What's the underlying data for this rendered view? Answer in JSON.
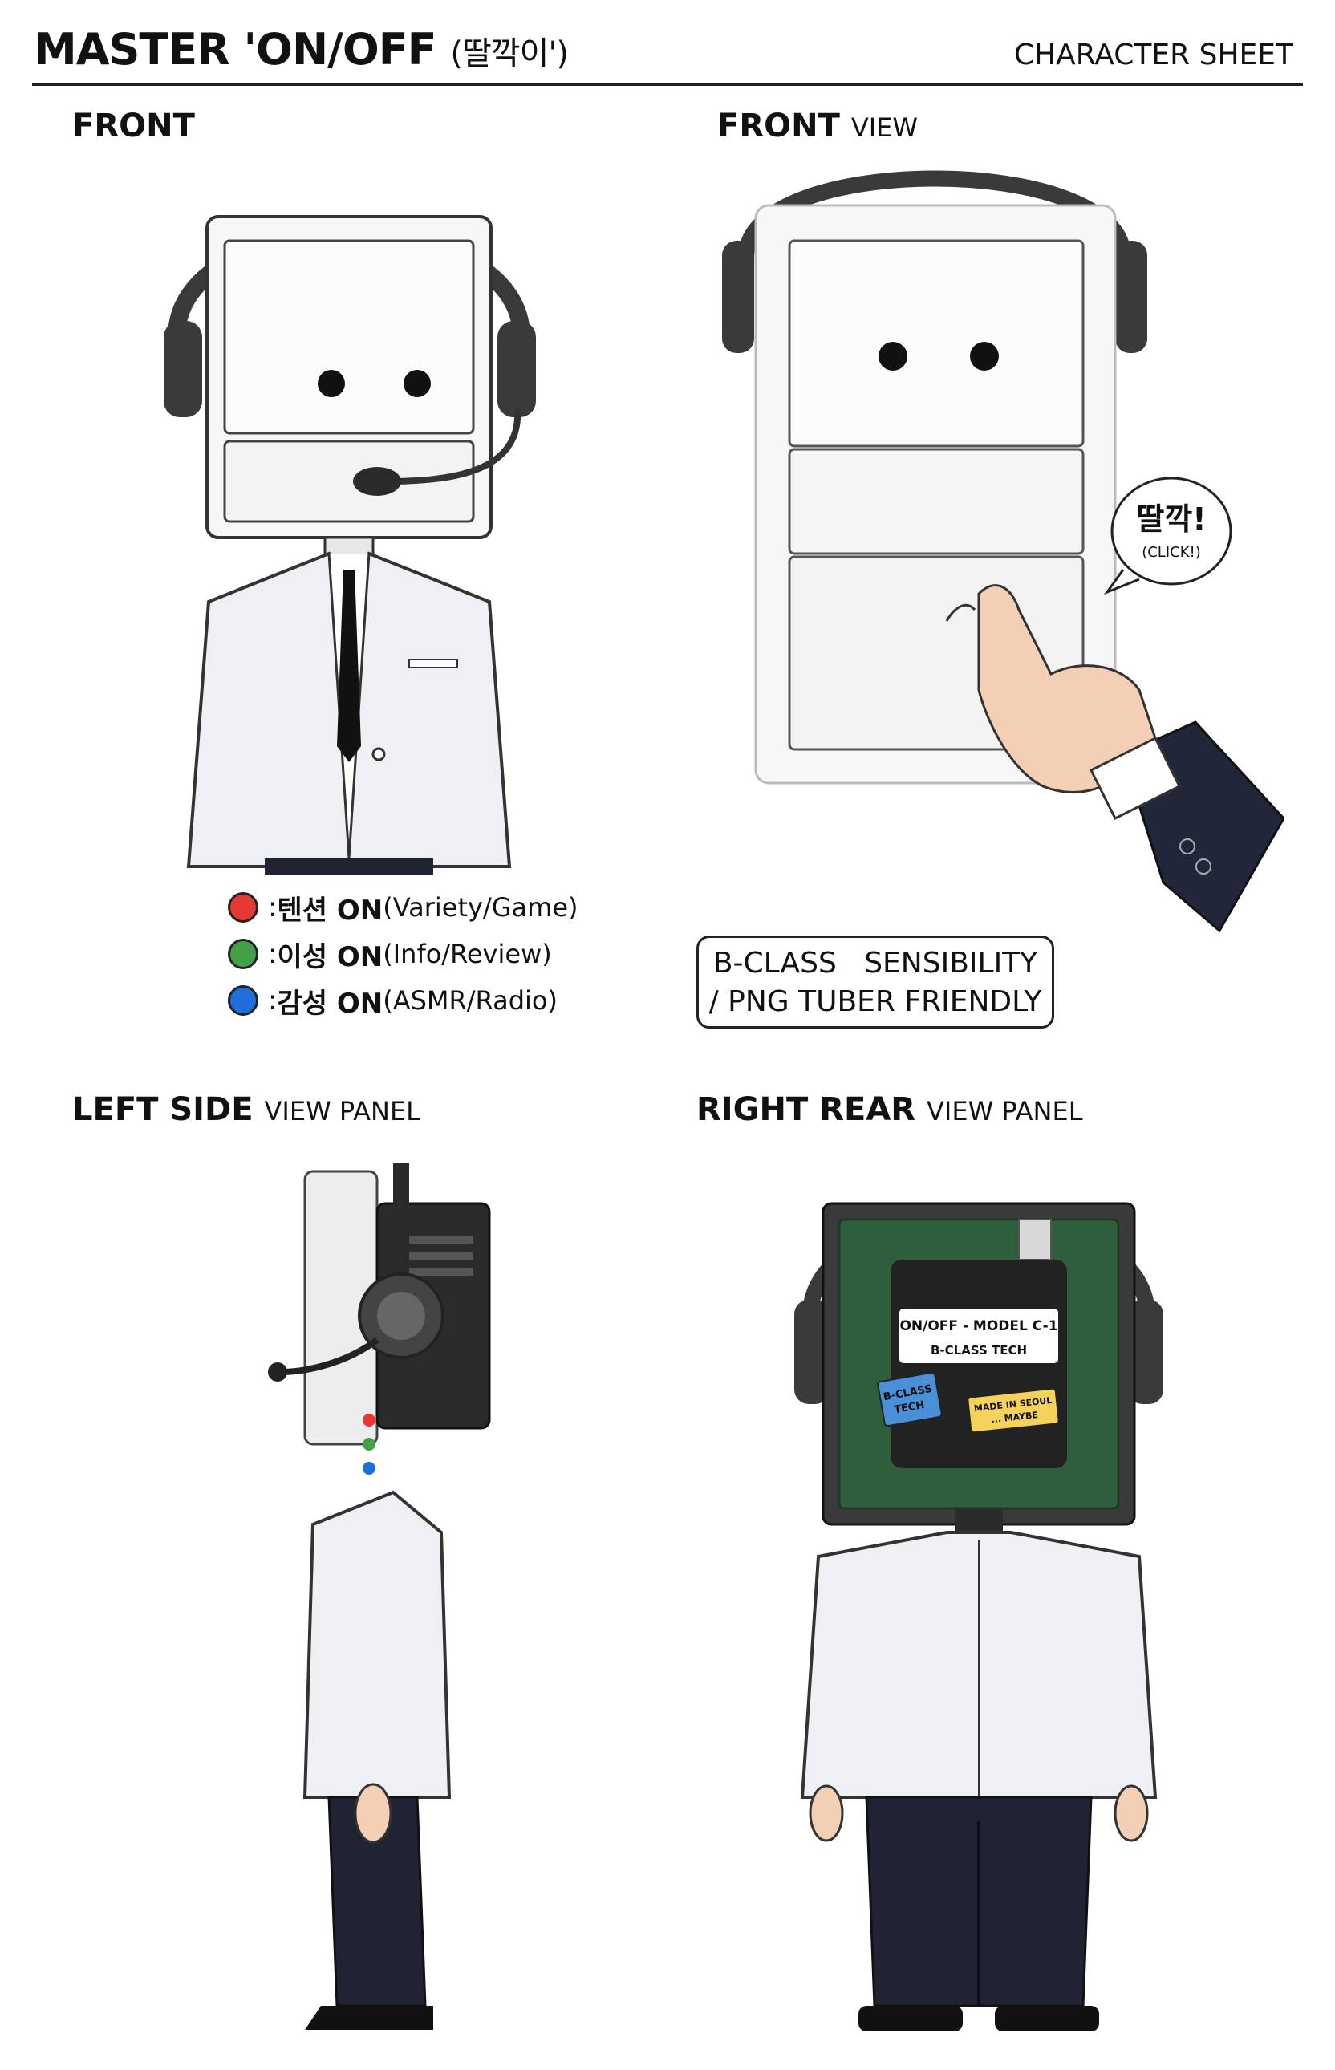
{
  "header": {
    "title": "MASTER 'ON/OFF",
    "title_sub": "(딸깍이')",
    "sheet_label": "CHARACTER SHEET"
  },
  "panels": {
    "front": {
      "label": "FRONT",
      "label_light": ""
    },
    "front_view": {
      "label": "FRONT",
      "label_light": "VIEW"
    },
    "left_side": {
      "label": "LEFT SIDE",
      "label_light": "VIEW PANEL"
    },
    "right_rear": {
      "label": "RIGHT REAR",
      "label_light": "VIEW PANEL"
    }
  },
  "legend": {
    "items": [
      {
        "color": "#e53935",
        "prefix": ": ",
        "kor": "텐션 ON",
        "en": " (Variety/Game)"
      },
      {
        "color": "#43a047",
        "prefix": ": ",
        "kor": "이성 ON",
        "en": " (Info/Review)"
      },
      {
        "color": "#1e6fd9",
        "prefix": ": ",
        "kor": "감성 ON",
        "en": " (ASMR/Radio)"
      }
    ]
  },
  "speech_bubble": {
    "main": "딸깍!",
    "sub": "(CLICK!)"
  },
  "tagline": {
    "line1": "B-CLASS   SENSIBILITY",
    "line2": "/ PNG TUBER FRIENDLY"
  },
  "rear_labels": {
    "model": "ON/OFF - MODEL C-1",
    "brand": "B-CLASS TECH",
    "sticker_blue_1": "B-CLASS",
    "sticker_blue_2": "TECH",
    "sticker_yellow_1": "MADE IN SEOUL",
    "sticker_yellow_2": "... MAYBE"
  },
  "colors": {
    "switch_plate": "#f7f7f7",
    "suit_white": "#eef0f3",
    "pants_navy": "#1f2333",
    "headset": "#3a3a3a",
    "pcb_green": "#2f5e3c",
    "sleeve_navy": "#22263a",
    "skin": "#f3cfb6"
  }
}
